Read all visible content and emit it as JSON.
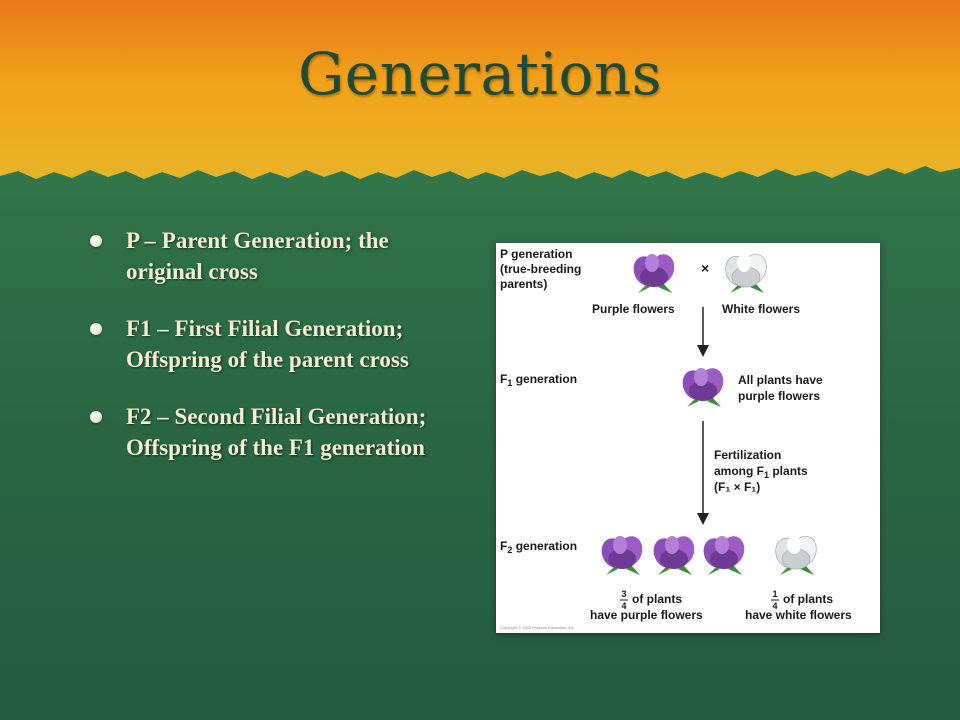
{
  "slide": {
    "title": "Generations",
    "colors": {
      "band": "#f0a21c",
      "background": "#2f7147",
      "title": "#1f4a35",
      "bullet_text": "#f3f0d2"
    },
    "bullets": [
      {
        "text": "P – Parent Generation; the original cross"
      },
      {
        "text": "F1 – First Filial Generation; Offspring of the parent cross"
      },
      {
        "text": "F2 – Second Filial Generation; Offspring of the F1 generation"
      }
    ]
  },
  "diagram": {
    "p_label_lines": [
      "P generation",
      "(true-breeding",
      "parents)"
    ],
    "cross_symbol": "×",
    "purple_label": "Purple flowers",
    "white_label": "White flowers",
    "f1_label": "F",
    "f1_sub": "1",
    "f1_suffix": " generation",
    "f1_note_lines": [
      "All plants have",
      "purple flowers"
    ],
    "fert_line1": "Fertilization",
    "fert_line2_a": "among F",
    "fert_line2_sub": "1",
    "fert_line2_b": " plants",
    "fert_line3": "(F₁ × F₁)",
    "f2_label": "F",
    "f2_sub": "2",
    "f2_suffix": " generation",
    "frac_purple_num": "3",
    "frac_purple_den": "4",
    "purple_outcome_line1": "of plants",
    "purple_outcome_line2": "have purple flowers",
    "frac_white_num": "1",
    "frac_white_den": "4",
    "white_outcome_line1": "of plants",
    "white_outcome_line2": "have white flowers",
    "copyright": "Copyright © 2005 Pearson Education, Inc.",
    "flower_colors": {
      "purple": "#9b5cc4",
      "purple_dark": "#6e3a96",
      "white": "#f1f3f3",
      "white_shade": "#b8bec2",
      "leaf": "#3f8a3a"
    }
  }
}
